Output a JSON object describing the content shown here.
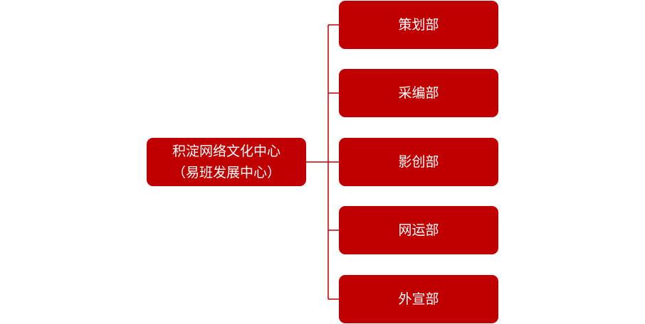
{
  "diagram": {
    "root": {
      "line1": "积淀网络文化中心",
      "line2": "（易班发展中心）"
    },
    "children": [
      {
        "label": "策划部"
      },
      {
        "label": "采编部"
      },
      {
        "label": "影创部"
      },
      {
        "label": "网运部"
      },
      {
        "label": "外宣部"
      }
    ],
    "colors": {
      "box_fill": "#c00000",
      "box_text": "#ffffff",
      "connector": "#c00000"
    }
  }
}
